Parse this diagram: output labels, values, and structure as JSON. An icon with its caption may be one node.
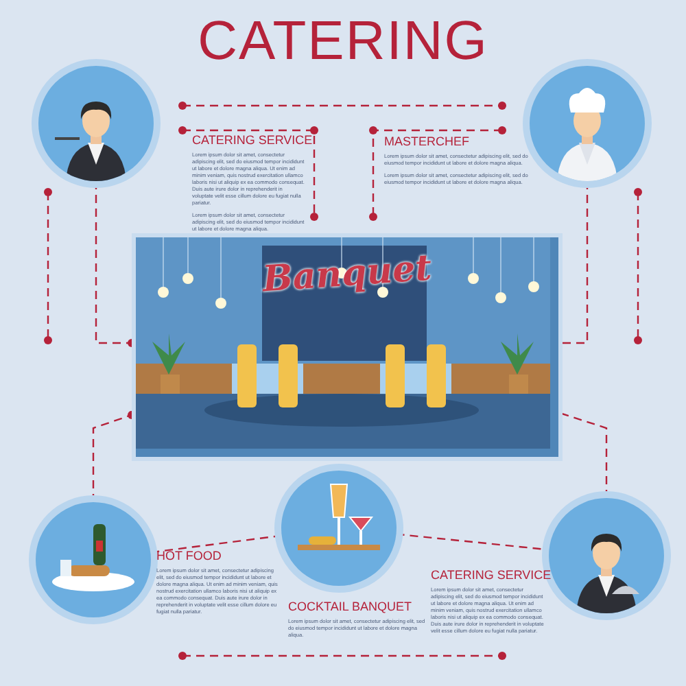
{
  "diagram": {
    "title": "CATERING",
    "labels": [
      "CATERING SERVICE",
      "Lorem ipsum dolor sit amet, consectetur adipiscing elit, sed do eiusmod tempor incididunt ut labore et dolore magna aliqua. Ut enim ad minim veniam, quis nostrud exercitation ullamco laboris nisi ut aliquip ex ea commodo consequat. Duis aute irure dolor in reprehenderit in voluptate velit esse cillum dolore eu fugiat nulla pariatur.",
      "Lorem ipsum dolor sit amet, consectetur adipiscing elit, sed do eiusmod tempor incididunt ut labore et dolore magna aliqua."
    ],
    "nodes": [
      {
        "text": [],
        "shape": "picture"
      },
      {
        "text": [],
        "shape": "picture",
        "beside": [
          "MASTERCHEF",
          "Lorem ipsum dolor sit amet, consectetur adipiscing elit, sed do eiusmod tempor incididunt ut labore et dolore magna aliqua.",
          "Lorem ipsum dolor sit amet, consectetur adipiscing elit, sed do eiusmod tempor incididunt ut labore et dolore magna aliqua."
        ]
      },
      {
        "text": [
          "Banquet"
        ]
      },
      {
        "text": [],
        "shape": "picture",
        "beside": [
          "HOT FOOD",
          "Lorem ipsum dolor sit amet, consectetur adipiscing elit, sed do eiusmod tempor incididunt ut labore et dolore magna aliqua. Ut enim ad minim veniam, quis nostrud exercitation ullamco laboris nisi ut aliquip ex ea commodo consequat. Duis aute irure dolor in reprehenderit in voluptate velit esse cillum dolore eu fugiat nulla pariatur."
        ]
      },
      {
        "text": [],
        "shape": "picture",
        "beside": [
          "COCKTAIL BANQUET",
          "Lorem ipsum dolor sit amet, consectetur adipiscing elit, sed do eiusmod tempor incididunt ut labore et dolore magna aliqua."
        ]
      },
      {
        "text": [],
        "shape": "picture",
        "beside": [
          "CATERING SERVICE",
          "Lorem ipsum dolor sit amet, consectetur adipiscing elit, sed do eiusmod tempor incididunt ut labore et dolore magna aliqua. Ut enim ad minim veniam, quis nostrud exercitation ullamco laboris nisi ut aliquip ex ea commodo consequat. Duis aute irure dolor in reprehenderit in voluptate velit esse cillum dolore eu fugiat nulla pariatur."
        ]
      }
    ],
    "edges": [
      {
        "from": 0,
        "to": 2,
        "arrow": "other",
        "style": "dashed"
      },
      {
        "from": 1,
        "to": 2,
        "arrow": "other",
        "style": "dashed"
      },
      {
        "from": 3,
        "to": 2,
        "arrow": "other",
        "style": "dashed"
      },
      {
        "from": 5,
        "to": 2,
        "arrow": "other",
        "style": "dashed"
      },
      {
        "from": 4,
        "to": 3,
        "arrow": "other",
        "style": "dashed"
      },
      {
        "from": 4,
        "to": 5,
        "arrow": "other",
        "style": "dashed"
      }
    ]
  }
}
